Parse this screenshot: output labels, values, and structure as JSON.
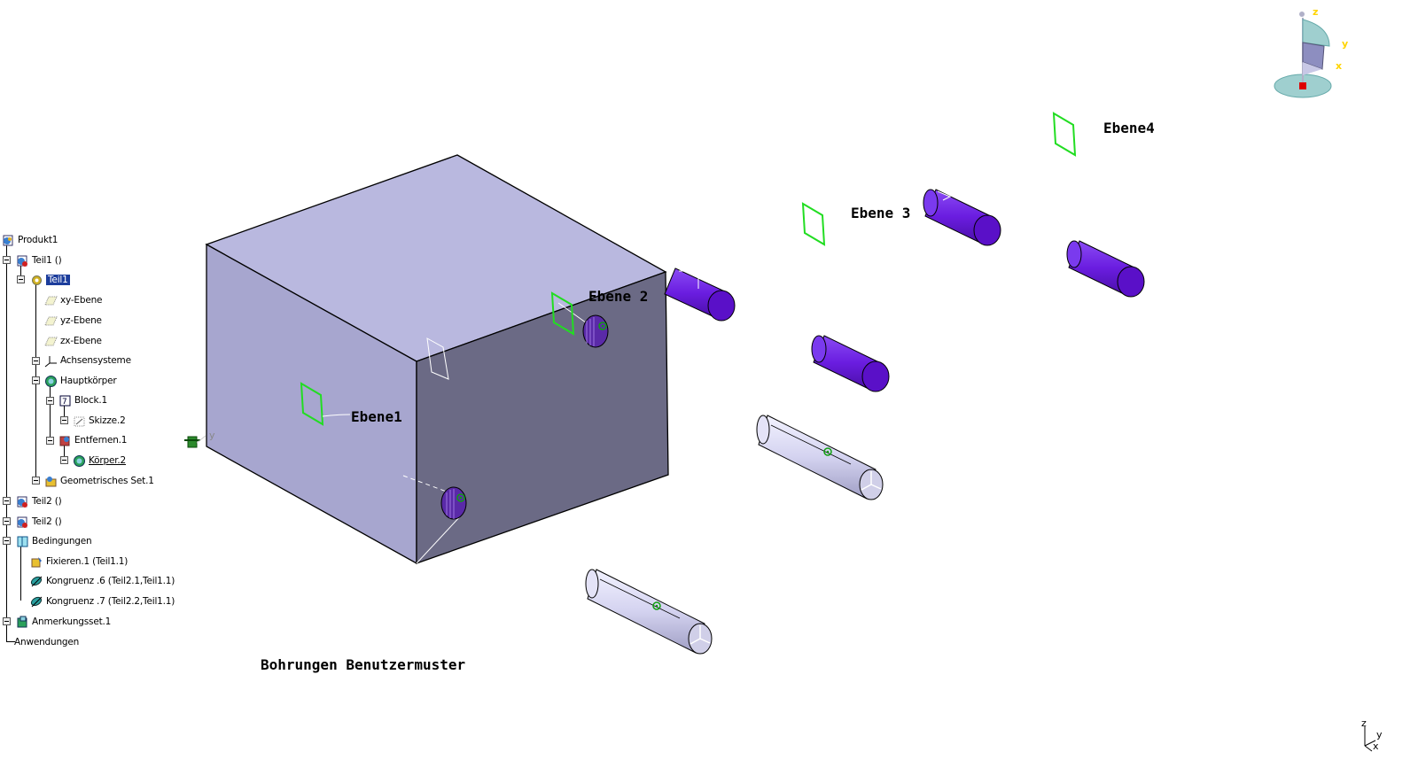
{
  "tree": {
    "items": [
      {
        "label": "Produkt1",
        "icon": "product-icon"
      },
      {
        "label": "Teil1 ()",
        "icon": "part-instance-icon"
      },
      {
        "label": "Teil1",
        "icon": "part-gear-icon",
        "selected": true
      },
      {
        "label": "xy-Ebene",
        "icon": "plane-icon"
      },
      {
        "label": "yz-Ebene",
        "icon": "plane-icon"
      },
      {
        "label": "zx-Ebene",
        "icon": "plane-icon"
      },
      {
        "label": "Achsensysteme",
        "icon": "axis-system-icon"
      },
      {
        "label": "Hauptkörper",
        "icon": "body-icon"
      },
      {
        "label": "Block.1",
        "icon": "pad-icon"
      },
      {
        "label": "Skizze.2",
        "icon": "sketch-icon"
      },
      {
        "label": "Entfernen.1",
        "icon": "remove-icon"
      },
      {
        "label": "Körper.2",
        "icon": "body-icon",
        "underlined": true
      },
      {
        "label": "Geometrisches Set.1",
        "icon": "geometrical-set-icon"
      },
      {
        "label": "Teil2 ()",
        "icon": "part-instance-icon"
      },
      {
        "label": "Teil2 ()",
        "icon": "part-instance-icon"
      },
      {
        "label": "Bedingungen",
        "icon": "constraints-icon"
      },
      {
        "label": "Fixieren.1 (Teil1.1)",
        "icon": "fix-icon"
      },
      {
        "label": "Kongruenz .6 (Teil2.1,Teil1.1)",
        "icon": "coincidence-icon"
      },
      {
        "label": "Kongruenz .7 (Teil2.2,Teil1.1)",
        "icon": "coincidence-icon"
      },
      {
        "label": "Anmerkungsset.1",
        "icon": "annotation-set-icon"
      },
      {
        "label": "Anwendungen",
        "icon": ""
      }
    ]
  },
  "viewer": {
    "plane_labels": {
      "ebene1": "Ebene1",
      "ebene2": "Ebene 2",
      "ebene3": "Ebene 3",
      "ebene4": "Ebene4"
    },
    "annotation": "Bohrungen Benutzermuster",
    "compass": {
      "z": "z",
      "y": "y",
      "x": "x"
    },
    "origin_axis": {
      "y": "y"
    },
    "corner_axis": {
      "z": "z",
      "y": "y",
      "x": "x"
    }
  },
  "colors": {
    "box_top": "#b9b8df",
    "box_left": "#a7a6cf",
    "box_right": "#6b6a85",
    "pin_purple": "#6a1de0",
    "pin_light": "#d7d6f1",
    "plane_green": "#22dd22",
    "selection": "#1c3d9c",
    "compass_yellow": "#ffd400"
  }
}
